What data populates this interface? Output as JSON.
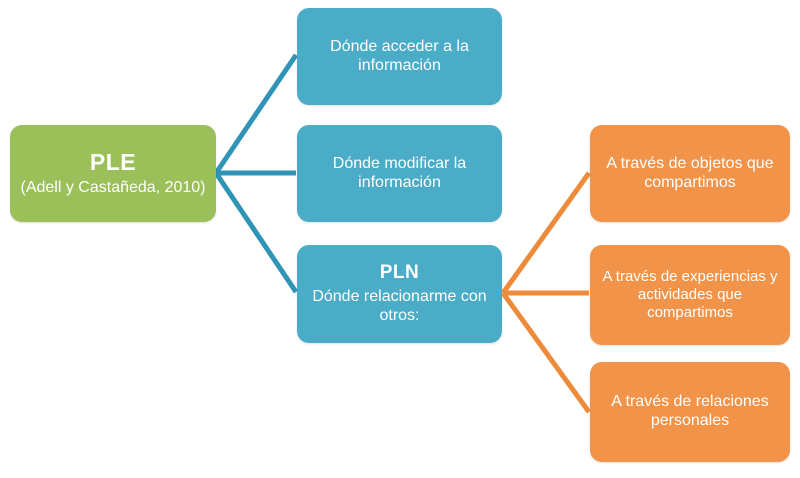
{
  "diagram": {
    "title": "PLE / PLN concept map",
    "colors": {
      "green": "#9BBF59",
      "blue": "#4AACC7",
      "orange": "#F2934A",
      "background": "#FFFFFF",
      "text": "#FFFFFF"
    },
    "root": {
      "title": "PLE",
      "subtitle": "(Adell y Castañeda, 2010)"
    },
    "branches": [
      {
        "label": "Dónde acceder a la información"
      },
      {
        "label": "Dónde modificar la información"
      },
      {
        "title": "PLN",
        "label": "Dónde relacionarme con otros:"
      }
    ],
    "leaves": [
      {
        "label": "A través de objetos que compartimos"
      },
      {
        "label": "A través de experiencias y actividades que compartimos"
      },
      {
        "label": "A través de relaciones personales"
      }
    ]
  }
}
